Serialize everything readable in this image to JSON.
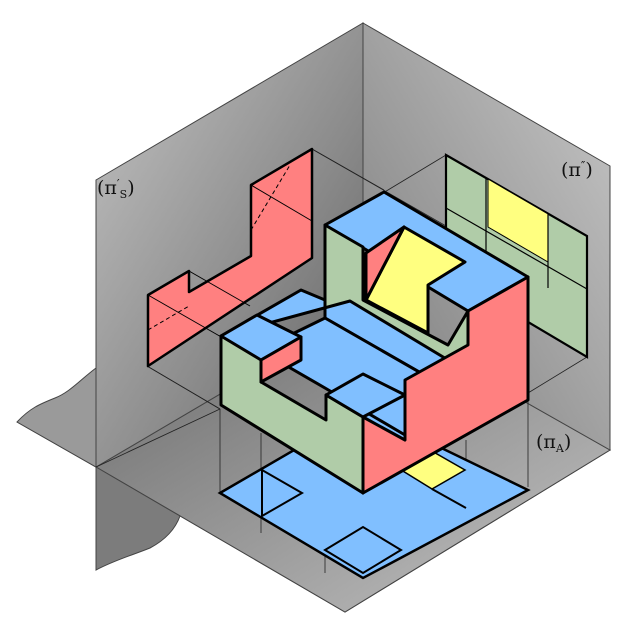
{
  "diagram": {
    "title": "Orthographic projection planes with isometric object",
    "colors": {
      "plane_gray_dark": "#6e6e6e",
      "plane_gray_light": "#b9b9b9",
      "top_face": "#80bfff",
      "front_face": "#ff8080",
      "side_face": "#b0cca8",
      "inclined_face": "#ffff80",
      "edge": "#000000"
    },
    "labels": {
      "side_plane": {
        "base": "(π",
        "prime": "′",
        "sub": "S",
        "close": ")"
      },
      "frontal_plane": {
        "base": "(π",
        "prime": "″",
        "close": ")"
      },
      "horizontal_plane": {
        "base": "(π",
        "sub": "A",
        "close": ")"
      }
    }
  }
}
